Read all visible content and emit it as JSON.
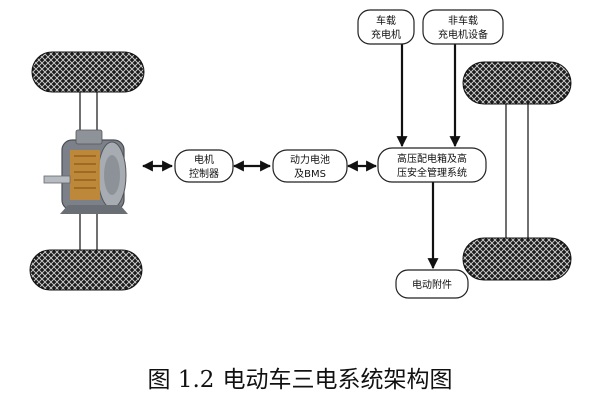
{
  "nodes": {
    "motor_controller": {
      "line1": "电机",
      "line2": "控制器"
    },
    "battery": {
      "line1": "动力电池",
      "line2": "及BMS"
    },
    "hv_distribution": {
      "line1": "高压配电箱及高",
      "line2": "压安全管理系统"
    },
    "onboard_charger": {
      "line1": "车载",
      "line2": "充电机"
    },
    "offboard_charger": {
      "line1": "非车载",
      "line2": "充电机设备"
    },
    "accessories": {
      "line1": "电动附件"
    }
  },
  "caption": {
    "label": "图 1.2",
    "title": "电动车三电系统架构图"
  },
  "colors": {
    "tire": "#1a1a1a",
    "line": "#111111",
    "box_stroke": "#222222",
    "motor_body": "#8a8f96",
    "motor_core": "#c98a2c"
  }
}
